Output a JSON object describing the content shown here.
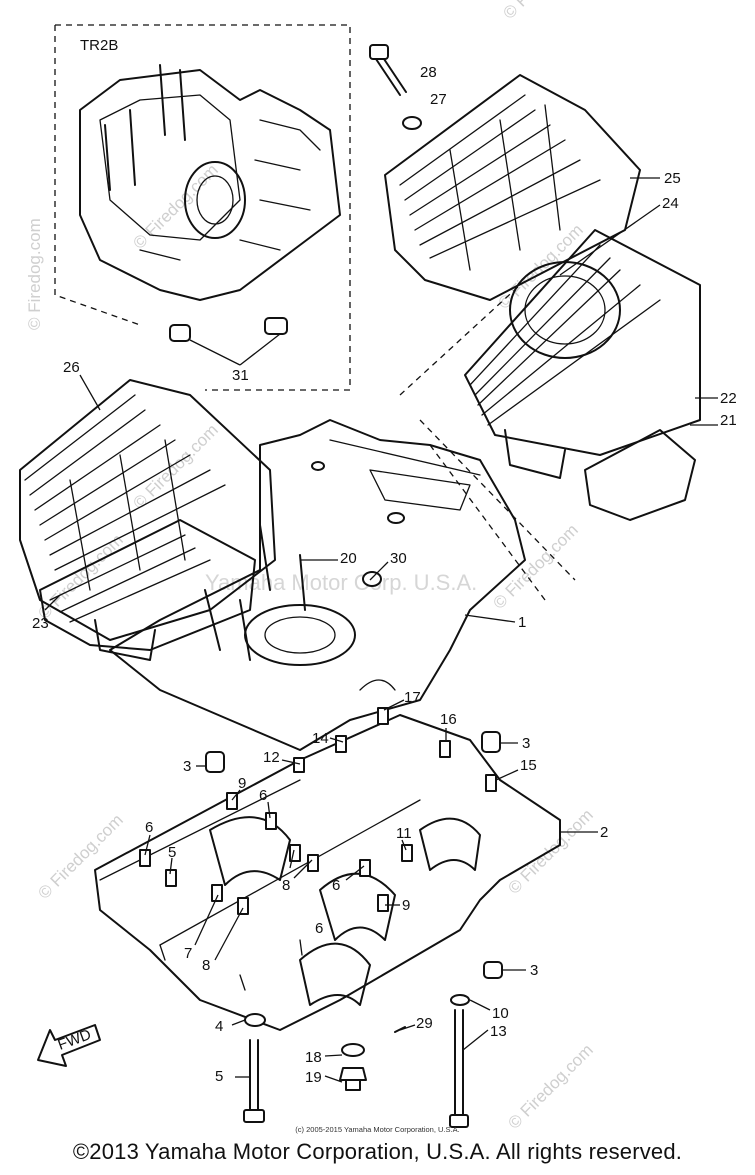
{
  "inset": {
    "title": "TR2B"
  },
  "center_watermark": "Yamaha Motor Corp. U.S.A.",
  "brand_watermarks": [
    "© Firedog.com",
    "© Firedog.com",
    "© Firedog.com",
    "© Firedog.com",
    "© Firedog.com",
    "© Firedog.com",
    "© Firedog.com",
    "© Firedog.com",
    "© Firedog.com",
    "© Firedog.com"
  ],
  "fwd_marker": "FWD",
  "part_labels": [
    "28",
    "27",
    "25",
    "24",
    "22",
    "21",
    "26",
    "31",
    "20",
    "30",
    "1",
    "23",
    "17",
    "16",
    "3",
    "14",
    "12",
    "15",
    "9",
    "6",
    "2",
    "11",
    "5",
    "8",
    "7",
    "4",
    "10",
    "29",
    "13",
    "18",
    "19"
  ],
  "footer": {
    "small": "(c) 2005-2015 Yamaha Motor Corporation, U.S.A.",
    "main": "©2013 Yamaha Motor Corporation, U.S.A. All rights reserved."
  },
  "colors": {
    "ink": "#111111",
    "watermark": "#cfcfcf",
    "background": "#ffffff"
  }
}
